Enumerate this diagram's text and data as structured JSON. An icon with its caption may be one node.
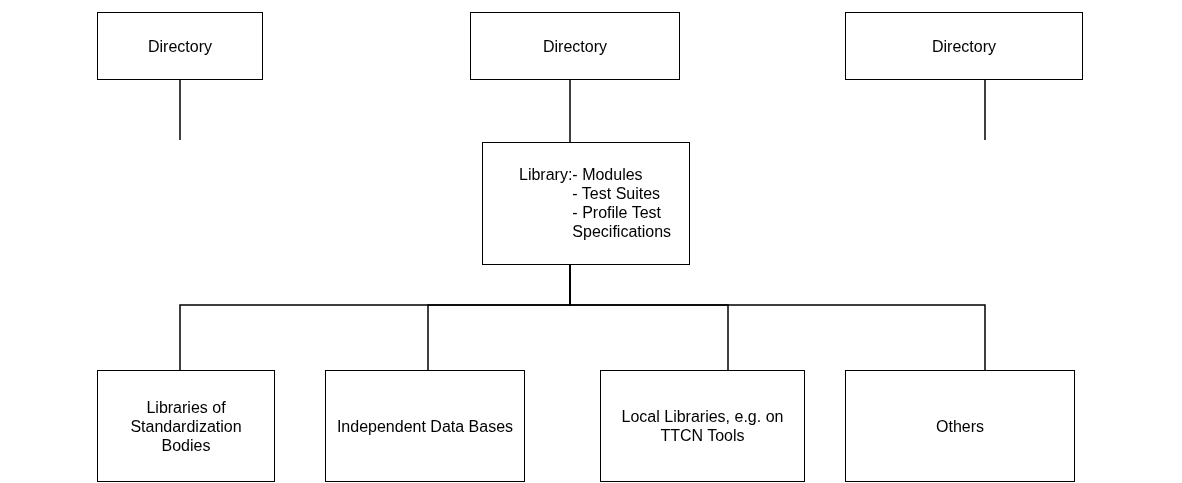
{
  "diagram": {
    "nodes": [
      {
        "text": [
          "Directory"
        ]
      },
      {
        "text": [
          "Directory"
        ]
      },
      {
        "text": [
          "Directory"
        ]
      },
      {
        "text": [
          "Library:",
          "- Modules",
          "- Test Suites",
          "- Profile Test Specifications"
        ]
      },
      {
        "text": [
          "Libraries of Standardization Bodies"
        ]
      },
      {
        "text": [
          "Independent Data Bases"
        ]
      },
      {
        "text": [
          "Local Libraries, e.g. on TTCN Tools"
        ]
      },
      {
        "text": [
          "Others"
        ]
      }
    ],
    "edges": [
      {
        "from": 0,
        "to": null,
        "arrow": "none"
      },
      {
        "from": 1,
        "to": 3,
        "arrow": "none"
      },
      {
        "from": 2,
        "to": null,
        "arrow": "none"
      },
      {
        "from": 3,
        "to": 4,
        "arrow": "none"
      },
      {
        "from": 3,
        "to": 5,
        "arrow": "none"
      },
      {
        "from": 3,
        "to": 6,
        "arrow": "none"
      },
      {
        "from": 3,
        "to": 7,
        "arrow": "none"
      }
    ]
  }
}
